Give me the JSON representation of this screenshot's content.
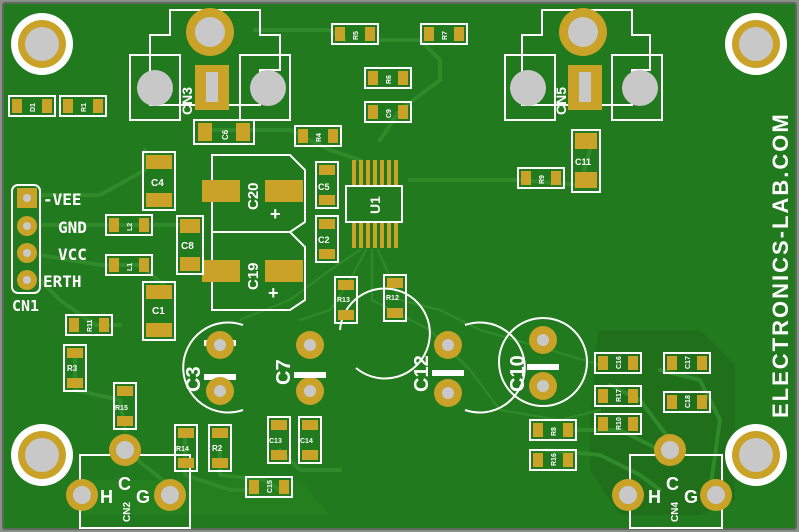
{
  "brand": {
    "text": "ELECTRONICS-LAB.COM"
  },
  "colors": {
    "board": "#227a1e",
    "copper": "#2f8a2a",
    "pad": "#c9a227",
    "silk": "#ffffff",
    "hole": "#c8c8c8"
  },
  "connector": {
    "name": "CN1",
    "pins": [
      "-VEE",
      "GND",
      "VCC",
      "ERTH"
    ]
  },
  "ic": {
    "name": "U1"
  },
  "jacks": {
    "cn3": "CN3",
    "cn5": "CN5",
    "cn2": "CN2",
    "cn2_pins": {
      "h": "H",
      "c": "C",
      "g": "G"
    },
    "cn4": "CN4",
    "cn4_pins": {
      "h": "H",
      "c": "C",
      "g": "G"
    }
  },
  "caps_large": {
    "c3": "C3",
    "c7": "C7",
    "c12": "C12",
    "c10": "C10"
  },
  "caps_smd_large": {
    "c20": "C20",
    "c19": "C19",
    "plus": "+"
  },
  "parts": {
    "d1": "D1",
    "r1": "R1",
    "r2": "R2",
    "r3": "R3",
    "r4": "R4",
    "r5": "R5",
    "r6": "R6",
    "r7": "R7",
    "r8": "R8",
    "r9": "R9",
    "r10": "R10",
    "r11": "R11",
    "r12": "R12",
    "r13": "R13",
    "r14": "R14",
    "r15": "R15",
    "r16": "R16",
    "r17": "R17",
    "c1": "C1",
    "c2": "C2",
    "c4": "C4",
    "c5": "C5",
    "c6": "C6",
    "c8": "C8",
    "c9": "C9",
    "c11": "C11",
    "c13": "C13",
    "c14": "C14",
    "c15": "C15",
    "c16": "C16",
    "c17": "C17",
    "c18": "C18",
    "l1": "L1",
    "l2": "L2"
  }
}
